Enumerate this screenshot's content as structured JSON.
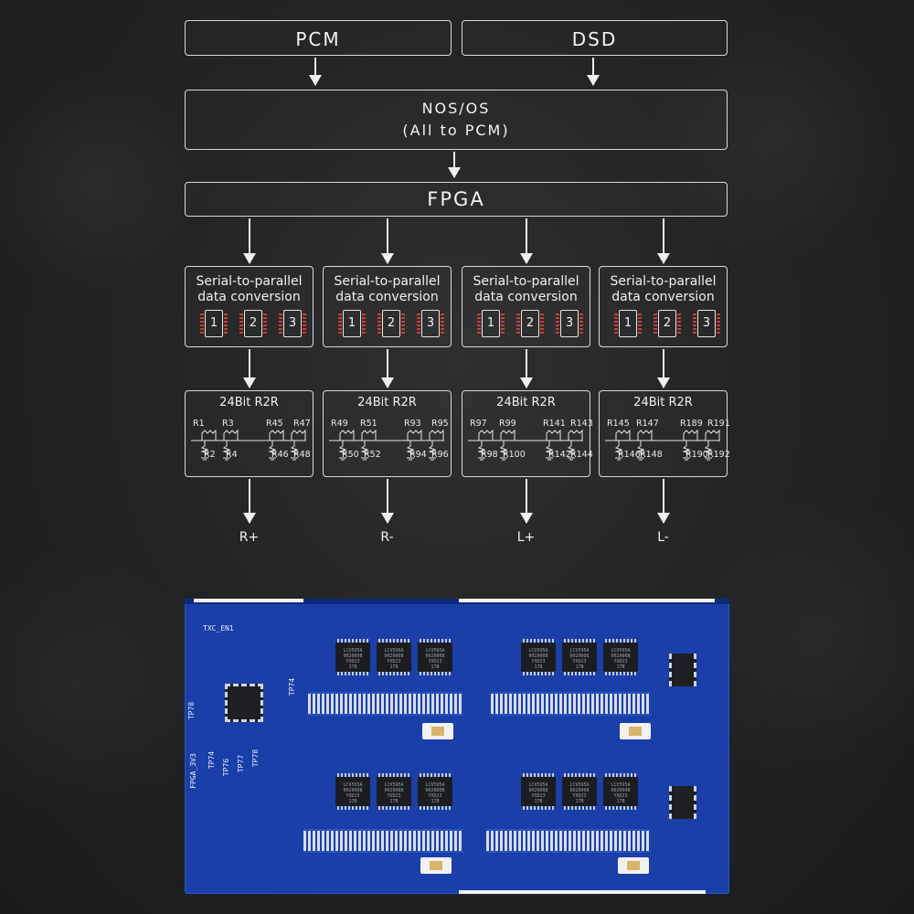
{
  "inputs": {
    "pcm": "PCM",
    "dsd": "DSD"
  },
  "nos": {
    "line1": "NOS/OS",
    "line2": "(All to PCM)"
  },
  "fpga": "FPGA",
  "channels": [
    {
      "conv_line1": "Serial-to-parallel",
      "conv_line2": "data conversion",
      "chips": [
        "1",
        "2",
        "3"
      ],
      "r2r_title": "24Bit R2R",
      "top_labels": [
        "R1",
        "R3",
        "R45",
        "R47"
      ],
      "bottom_labels": [
        "R2",
        "R4",
        "R46",
        "R48"
      ],
      "output": "R+"
    },
    {
      "conv_line1": "Serial-to-parallel",
      "conv_line2": "data conversion",
      "chips": [
        "1",
        "2",
        "3"
      ],
      "r2r_title": "24Bit R2R",
      "top_labels": [
        "R49",
        "R51",
        "R93",
        "R95"
      ],
      "bottom_labels": [
        "R50",
        "R52",
        "R94",
        "R96"
      ],
      "output": "R-"
    },
    {
      "conv_line1": "Serial-to-parallel",
      "conv_line2": "data conversion",
      "chips": [
        "1",
        "2",
        "3"
      ],
      "r2r_title": "24Bit R2R",
      "top_labels": [
        "R97",
        "R99",
        "R141",
        "R143"
      ],
      "bottom_labels": [
        "R98",
        "R100",
        "R142",
        "R144"
      ],
      "output": "L+"
    },
    {
      "conv_line1": "Serial-to-parallel",
      "conv_line2": "data conversion",
      "chips": [
        "1",
        "2",
        "3"
      ],
      "r2r_title": "24Bit R2R",
      "top_labels": [
        "R145",
        "R147",
        "R189",
        "R191"
      ],
      "bottom_labels": [
        "R146",
        "R148",
        "R190",
        "R192"
      ],
      "output": "L-"
    }
  ],
  "pcb": {
    "silk_txc": "TXC_EN1",
    "silk_tp74": "TP74",
    "silk_tp78": "TP78",
    "silk_fpga": "FPGA_3V3",
    "silk_tp75": "TP74",
    "silk_tp76": "TP76",
    "silk_tp77": "TP77",
    "silk_tp78b": "TP78",
    "ic_label_line1": "LCV595A",
    "ic_label_line2": "0020008",
    "ic_label_line3": "YXD23",
    "ic_label_line4": "17B"
  },
  "colors": {
    "background": "#232426",
    "box_border": "#d8d8d8",
    "pcb_blue": "#1a3fa8",
    "chip_pins": "#d23a3a"
  }
}
